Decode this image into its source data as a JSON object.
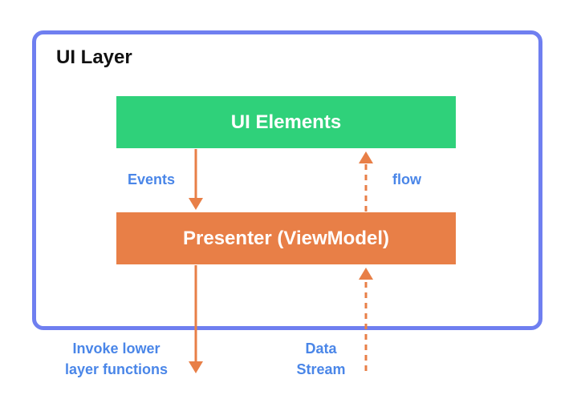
{
  "layer": {
    "title": "UI Layer"
  },
  "boxes": {
    "ui_elements": "UI Elements",
    "presenter": "Presenter (ViewModel)"
  },
  "labels": {
    "events": "Events",
    "flow": "flow",
    "invoke_lower_line1": "Invoke lower",
    "invoke_lower_line2": "layer functions",
    "data_stream_line1": "Data",
    "data_stream_line2": "Stream"
  },
  "colors": {
    "frame": "#6f7ff0",
    "ui_elements_fill": "#2fd17a",
    "presenter_fill": "#e87f47",
    "arrow": "#e87f47",
    "label_text": "#4a86e8"
  }
}
